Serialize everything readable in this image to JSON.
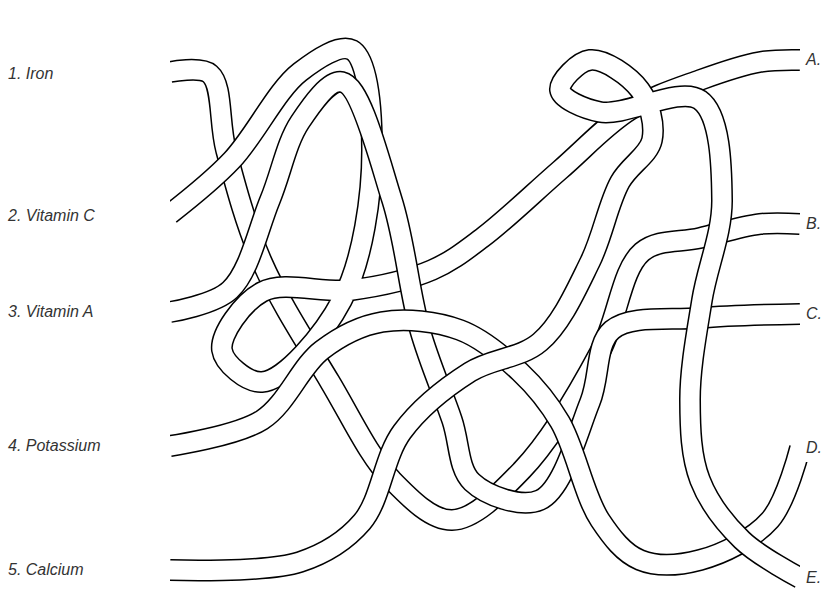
{
  "diagram": {
    "labels": [
      "1. Iron",
      "2. Vitamin C",
      "3. Vitamin A",
      "4. Potassium",
      "5. Calcium",
      "A.",
      "B.",
      "C.",
      "D.",
      "E."
    ]
  }
}
